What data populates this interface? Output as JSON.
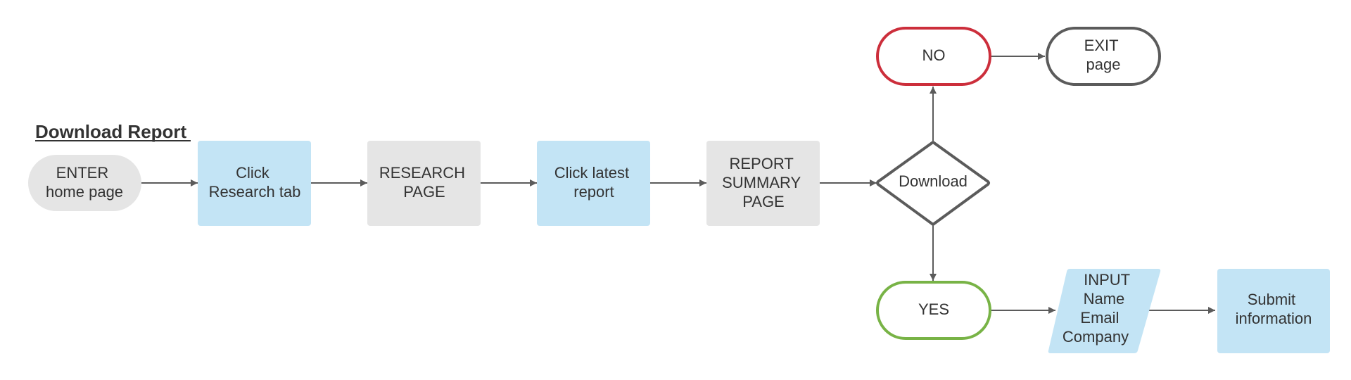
{
  "title": "Download Report",
  "colors": {
    "blue_fill": "#c3e4f5",
    "gray_fill": "#e5e5e5",
    "stroke_dark": "#5b5b5b",
    "stroke_red": "#cc2e3b",
    "stroke_green": "#78b346",
    "text": "#333333"
  },
  "nodes": {
    "enter": {
      "lines": [
        "ENTER",
        "home page"
      ]
    },
    "click_research": {
      "lines": [
        "Click",
        "Research tab"
      ]
    },
    "research_page": {
      "lines": [
        "RESEARCH",
        "PAGE"
      ]
    },
    "click_latest": {
      "lines": [
        "Click latest",
        "report"
      ]
    },
    "report_summary": {
      "lines": [
        "REPORT",
        "SUMMARY",
        "PAGE"
      ]
    },
    "decision": {
      "lines": [
        "Download"
      ]
    },
    "no": {
      "lines": [
        "NO"
      ]
    },
    "exit": {
      "lines": [
        "EXIT",
        "page"
      ]
    },
    "yes": {
      "lines": [
        "YES"
      ]
    },
    "input": {
      "lines": [
        "INPUT",
        "Name",
        "Email",
        "Company"
      ]
    },
    "submit": {
      "lines": [
        "Submit",
        "information"
      ]
    }
  }
}
